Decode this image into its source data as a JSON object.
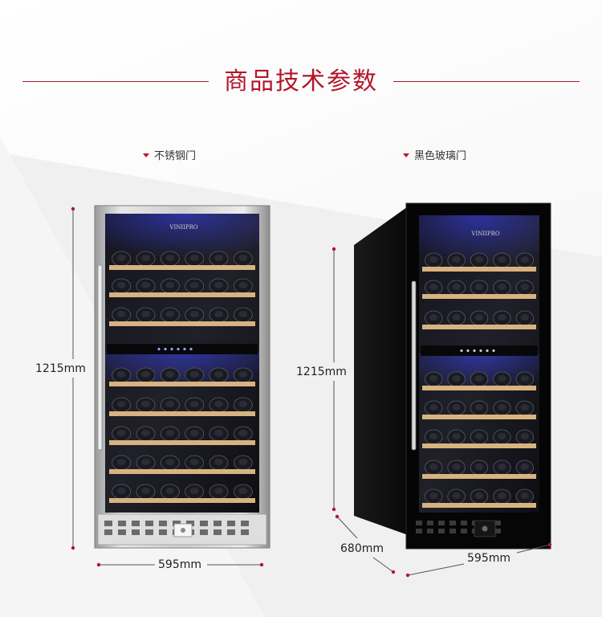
{
  "header": {
    "title": "商品技术参数"
  },
  "products": [
    {
      "door_label": "不锈钢门",
      "brand": "VINIIPRO",
      "height": "1215mm",
      "width": "595mm"
    },
    {
      "door_label": "黑色玻璃门",
      "brand": "VINIIPRO",
      "height": "1215mm",
      "depth": "680mm",
      "width": "595mm"
    }
  ],
  "colors": {
    "accent": "#b3162b",
    "shelf": "#d7b47f",
    "steel": "#c8c8c8",
    "glass": "#121218",
    "led": "#3a48ff"
  }
}
